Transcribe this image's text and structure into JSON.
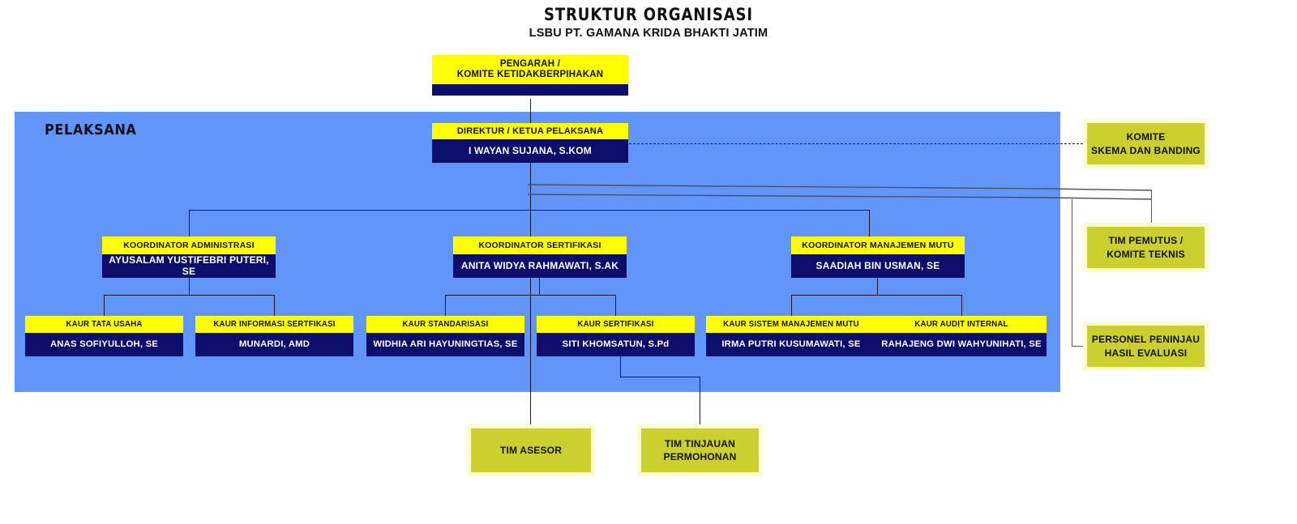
{
  "title": {
    "main": "STRUKTUR ORGANISASI",
    "sub": "LSBU PT. GAMANA KRIDA BHAKTI JATIM"
  },
  "panel": {
    "label": "PELAKSANA"
  },
  "colors": {
    "header_yellow": "#FFFF00",
    "body_navy": "#0D0D6B",
    "panel_blue": "#6195FA",
    "olive": "#CCD02E",
    "olive_border": "#FBFBD0",
    "line": "#1A1A2E"
  },
  "nodes": {
    "pengarah": {
      "title_line1": "PENGARAH /",
      "title_line2": "KOMITE KETIDAKBERPIHAKAN",
      "name": ""
    },
    "direktur": {
      "title": "DIREKTUR / KETUA PELAKSANA",
      "name": "I WAYAN SUJANA, S.KOM"
    },
    "coordinators": [
      {
        "id": "coord-admin",
        "title": "KOORDINATOR ADMINISTRASI",
        "name": "AYUSALAM YUSTIFEBRI PUTERI, SE"
      },
      {
        "id": "coord-sert",
        "title": "KOORDINATOR SERTIFIKASI",
        "name": "ANITA WIDYA RAHMAWATI, S.AK"
      },
      {
        "id": "coord-mutu",
        "title": "KOORDINATOR MANAJEMEN MUTU",
        "name": "SAADIAH BIN USMAN, SE"
      }
    ],
    "kaur": [
      {
        "id": "kaur-tu",
        "title": "KAUR TATA USAHA",
        "name": "ANAS SOFIYULLOH, SE"
      },
      {
        "id": "kaur-info",
        "title": "KAUR INFORMASI SERTFIKASI",
        "name": "MUNARDI, AMD"
      },
      {
        "id": "kaur-std",
        "title": "KAUR STANDARISASI",
        "name": "WIDHIA ARI HAYUNINGTIAS, SE"
      },
      {
        "id": "kaur-sertif",
        "title": "KAUR SERTIFIKASI",
        "name": "SITI KHOMSATUN, S.Pd"
      },
      {
        "id": "kaur-smm",
        "title": "KAUR SISTEM MANAJEMEN MUTU",
        "name": "IRMA PUTRI KUSUMAWATI, SE"
      },
      {
        "id": "kaur-audit",
        "title": "KAUR AUDIT INTERNAL",
        "name": "RAHAJENG DWI WAHYUNIHATI, SE"
      }
    ]
  },
  "side_boxes": [
    {
      "id": "komite-skema",
      "line1": "KOMITE",
      "line2": "SKEMA DAN BANDING"
    },
    {
      "id": "tim-pemutus",
      "line1": "TIM PEMUTUS /",
      "line2": "KOMITE TEKNIS"
    },
    {
      "id": "personel-peninjau",
      "line1": "PERSONEL PENINJAU",
      "line2": "HASIL EVALUASI"
    }
  ],
  "bottom_boxes": [
    {
      "id": "tim-asesor",
      "line1": "TIM ASESOR",
      "line2": ""
    },
    {
      "id": "tim-tinjauan",
      "line1": "TIM TINJAUAN",
      "line2": "PERMOHONAN"
    }
  ]
}
